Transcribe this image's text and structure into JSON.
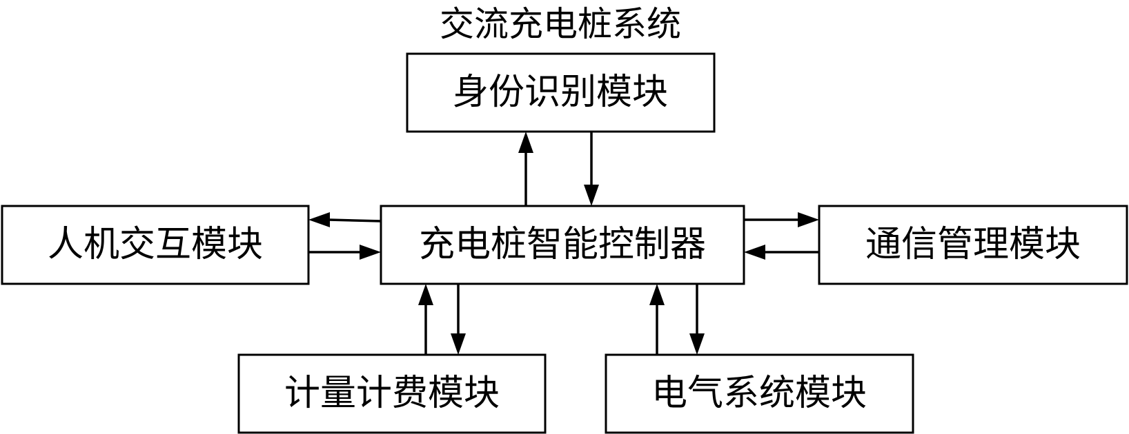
{
  "title": "交流充电桩系统",
  "nodes": {
    "identity": {
      "label": "身份识别模块"
    },
    "hmi": {
      "label": "人机交互模块"
    },
    "controller": {
      "label": "充电桩智能控制器"
    },
    "comm": {
      "label": "通信管理模块"
    },
    "metering": {
      "label": "计量计费模块"
    },
    "electrical": {
      "label": "电气系统模块"
    }
  },
  "edges": [
    {
      "from": "controller",
      "to": "identity"
    },
    {
      "from": "identity",
      "to": "controller"
    },
    {
      "from": "controller",
      "to": "hmi"
    },
    {
      "from": "hmi",
      "to": "controller"
    },
    {
      "from": "controller",
      "to": "comm"
    },
    {
      "from": "comm",
      "to": "controller"
    },
    {
      "from": "metering",
      "to": "controller"
    },
    {
      "from": "controller",
      "to": "metering"
    },
    {
      "from": "electrical",
      "to": "controller"
    },
    {
      "from": "controller",
      "to": "electrical"
    }
  ]
}
